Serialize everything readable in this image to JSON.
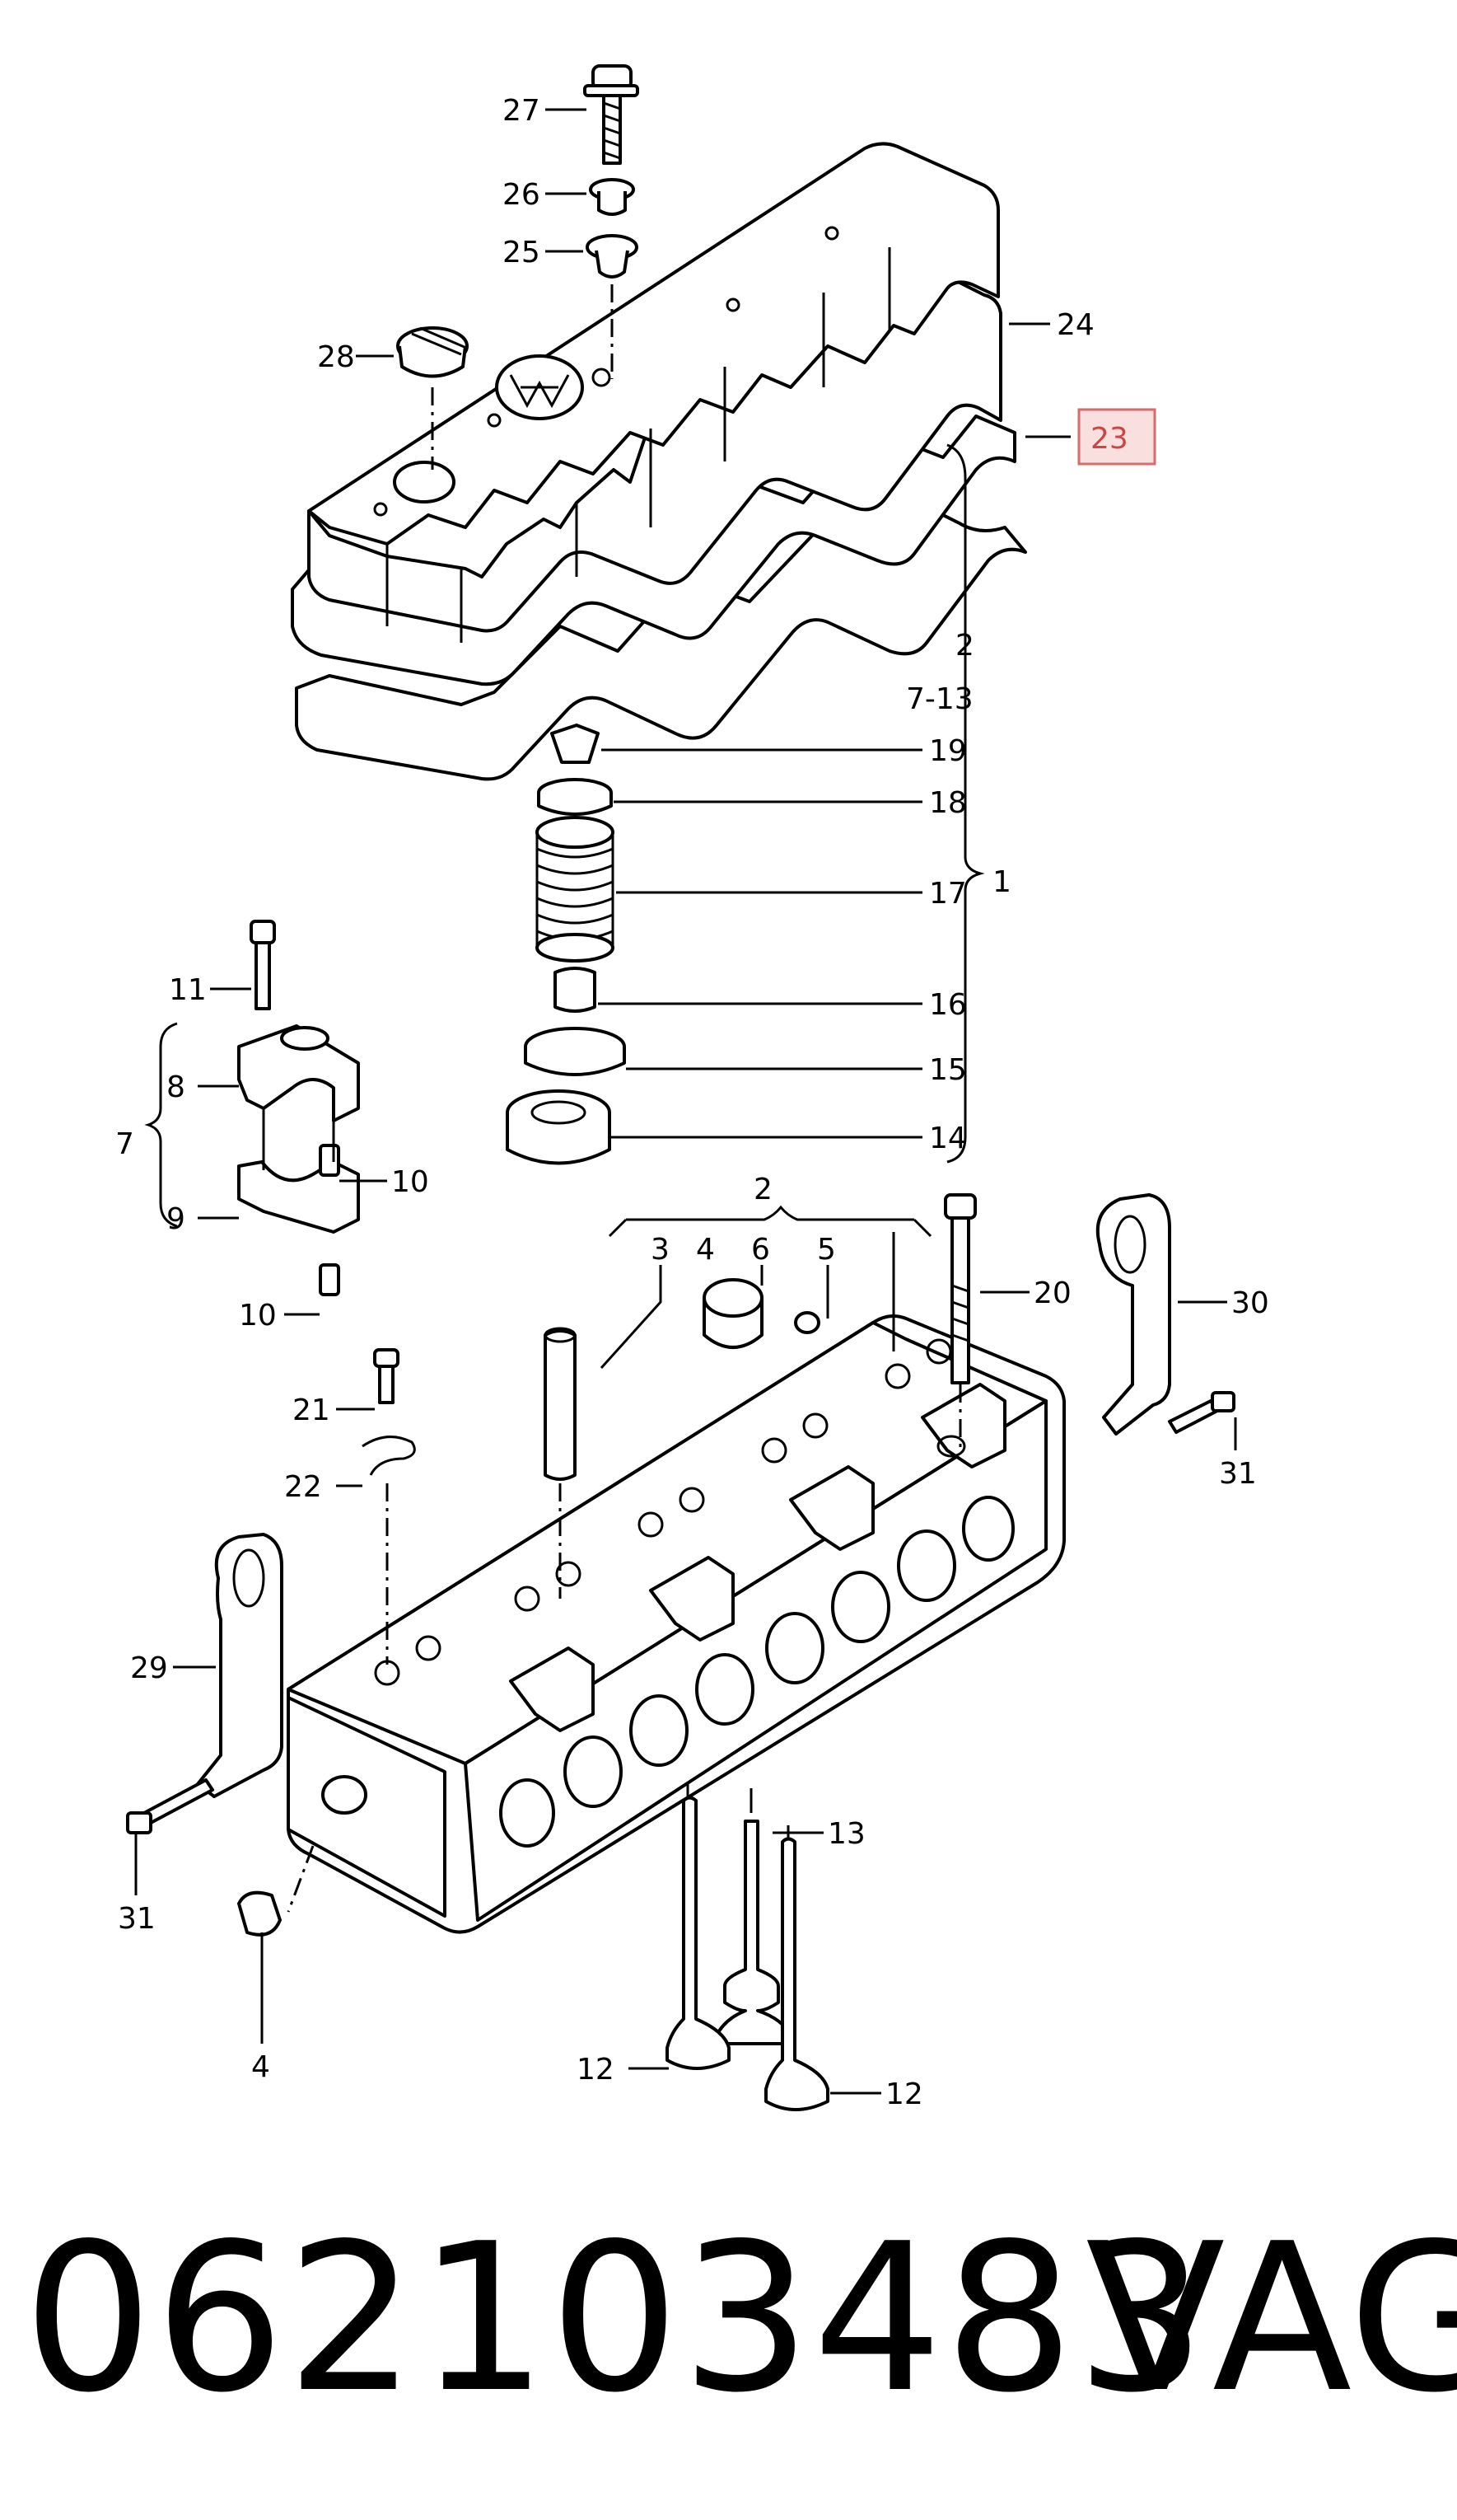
{
  "callouts": {
    "c27": "27",
    "c26": "26",
    "c25": "25",
    "c28": "28",
    "c24": "24",
    "c23": "23",
    "c2a": "2",
    "c7_13": "7-13",
    "c19": "19",
    "c18": "18",
    "c17": "17",
    "c1": "1",
    "c16": "16",
    "c15": "15",
    "c14": "14",
    "c11": "11",
    "c8": "8",
    "c7": "7",
    "c10a": "10",
    "c9": "9",
    "c10b": "10",
    "c2b": "2",
    "c3": "3",
    "c4a": "4",
    "c6": "6",
    "c5": "5",
    "c20": "20",
    "c30": "30",
    "c21": "21",
    "c22": "22",
    "c31a": "31",
    "c29": "29",
    "c31b": "31",
    "c13": "13",
    "c4b": "4",
    "c12a": "12",
    "c12b": "12"
  },
  "highlighted_callout": "23",
  "highlight_color": "#f6c4c4",
  "footer": {
    "part_number": "062103483",
    "brand": "VAG"
  }
}
